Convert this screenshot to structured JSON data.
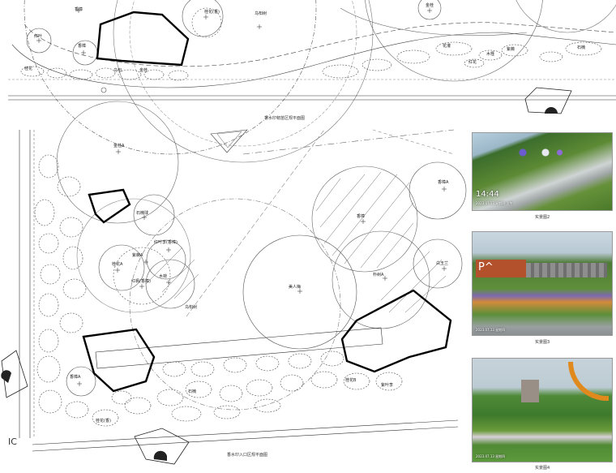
{
  "plan_top": {
    "title": "香水印韧苗区规平面图",
    "plant_labels": [
      "香樟",
      "桂花(香)",
      "乌桕树",
      "金桂",
      "红叶",
      "香樟",
      "桂花",
      "乌桕",
      "金桂",
      "花灌",
      "红花",
      "木槿",
      "紫薇",
      "石楠"
    ]
  },
  "plan_bottom": {
    "title": "香水印入口区规平面图",
    "plant_labels": [
      "金桂A",
      "石楠球",
      "香樟",
      "香樟A",
      "红叶李(香樟)",
      "紫薇A",
      "白玉兰",
      "桂花A",
      "美人梅",
      "朴树A",
      "红枫(香樟)",
      "木荷",
      "乌桕树",
      "香樟A",
      "桂花(香)",
      "桂花B",
      "紫叶李",
      "石楠"
    ],
    "corner_text": "IC"
  },
  "photos": [
    {
      "caption": "实景图2",
      "stamp_time": "14:44",
      "stamp_info": "2023.07.13 星期四 上午"
    },
    {
      "caption": "实景图3",
      "sign_text": "P^",
      "stamp_info": "2023.07.13 星期四"
    },
    {
      "caption": "实景图4",
      "stamp_info": "2023.07.13 星期四"
    }
  ]
}
